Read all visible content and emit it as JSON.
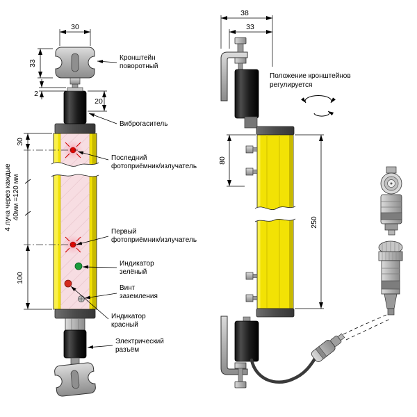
{
  "drawing": {
    "callouts": {
      "bracket_l1": "Кронштейн",
      "bracket_l2": "поворотный",
      "damper": "Виброгаситель",
      "last_beam_l1": "Последний",
      "last_beam_l2": "фотоприёмник/излучатель",
      "first_beam_l1": "Первый",
      "first_beam_l2": "фотоприёмник/излучатель",
      "green_ind_l1": "Индикатор",
      "green_ind_l2": "зелёный",
      "ground_l1": "Винт",
      "ground_l2": "заземления",
      "red_ind_l1": "Индикатор",
      "red_ind_l2": "красный",
      "connector_l1": "Электрический",
      "connector_l2": "разъём",
      "adjust_l1": "Положение кронштейнов",
      "adjust_l2": "регулируется",
      "beam_note_l1": "4 луча через каждые",
      "beam_note_l2": "40мм =120 мм"
    },
    "dimensions": {
      "bracket_width": "30",
      "bracket_height": "33",
      "washer": "2",
      "damper_height": "20",
      "first_zone": "30",
      "last_zone": "100",
      "side_total": "38",
      "side_body": "33",
      "mount_offset": "80",
      "body_length": "250"
    },
    "colors": {
      "body_yellow": "#f2e205",
      "window_pink": "#f7dde2",
      "beam_red": "#e10600",
      "indicator_green": "#1c9c3c",
      "indicator_red": "#d42a1e",
      "metal_gray": "#bdbdbd",
      "damper_black": "#222222",
      "cap_gray": "#4d4d4d"
    }
  }
}
